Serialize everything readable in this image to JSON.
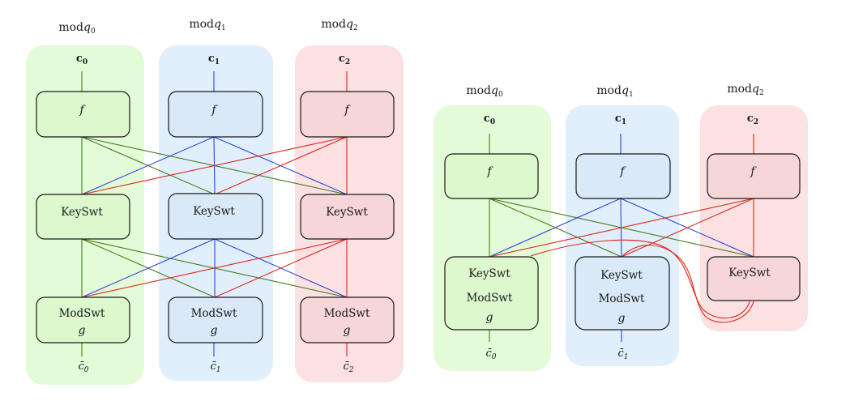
{
  "colors": {
    "green": "#4a7a1a",
    "blue": "#2b44d6",
    "red": "#e0261c",
    "green_fill": "#e3fbd7",
    "blue_fill": "#e0effb",
    "red_fill": "#fbe1e1",
    "green_box": "#ddf8cc",
    "blue_box": "#d9e9f7",
    "red_box": "#f6d6d6"
  },
  "left": {
    "columns": [
      {
        "mod_label": "mod",
        "modulus": "q0",
        "input": "c0",
        "function": "f",
        "keyswitch": "KeySwt",
        "modswitch": "ModSwt",
        "g": "g",
        "output": "c̄0"
      },
      {
        "mod_label": "mod",
        "modulus": "q1",
        "input": "c1",
        "function": "f",
        "keyswitch": "KeySwt",
        "modswitch": "ModSwt",
        "g": "g",
        "output": "c̄1"
      },
      {
        "mod_label": "mod",
        "modulus": "q2",
        "input": "c2",
        "function": "f",
        "keyswitch": "KeySwt",
        "modswitch": "ModSwt",
        "g": "g",
        "output": "c̄2"
      }
    ]
  },
  "right": {
    "columns": [
      {
        "mod_label": "mod",
        "modulus": "q0",
        "input": "c0",
        "function": "f",
        "keyswitch": "KeySwt",
        "modswitch": "ModSwt",
        "g": "g",
        "output": "c̄0"
      },
      {
        "mod_label": "mod",
        "modulus": "q1",
        "input": "c1",
        "function": "f",
        "keyswitch": "KeySwt",
        "modswitch": "ModSwt",
        "g": "g",
        "output": "c̄1"
      },
      {
        "mod_label": "mod",
        "modulus": "q2",
        "input": "c2",
        "function": "f",
        "keyswitch": "KeySwt"
      }
    ]
  }
}
